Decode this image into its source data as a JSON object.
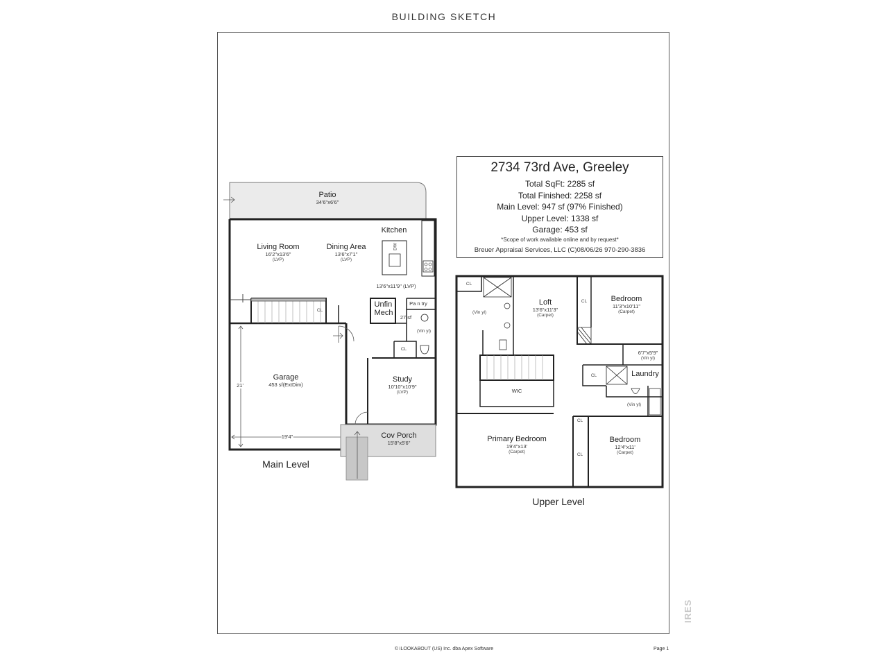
{
  "header": {
    "title": "BUILDING SKETCH"
  },
  "info": {
    "address": "2734 73rd Ave, Greeley",
    "total_sqft": "Total SqFt: 2285 sf",
    "total_finished": "Total Finished: 2258 sf",
    "main_level": "Main Level: 947 sf (97% Finished)",
    "upper_level": "Upper Level: 1338 sf",
    "garage": "Garage: 453 sf",
    "note": "*Scope of work available online and by request*",
    "credit": "Breuer Appraisal Services, LLC (C)08/06/26 970-290-3836"
  },
  "main_level": {
    "label": "Main Level",
    "patio": {
      "name": "Patio",
      "dims": "34'6\"x6'6\""
    },
    "kitchen": {
      "name": "Kitchen",
      "dims": "13'6\"x11'9\" (LVP)",
      "dw": "DW"
    },
    "living_room": {
      "name": "Living Room",
      "dims": "16'2\"x13'6\"",
      "floor": "(LVP)"
    },
    "dining_area": {
      "name": "Dining Area",
      "dims": "13'6\"x7'1\"",
      "floor": "(LVP)"
    },
    "unfin_mech": {
      "name1": "Unfin",
      "name2": "Mech",
      "area": "27 sf"
    },
    "pantry": {
      "name": "Pa n try"
    },
    "half_bath": {
      "floor": "(Vin yl)"
    },
    "closet_stairs": "CL",
    "closet_hall": "CL",
    "garage": {
      "name": "Garage",
      "area": "453 sf(ExtDim)",
      "depth": "21'",
      "width": "19'4\""
    },
    "study": {
      "name": "Study",
      "dims": "10'10\"x10'9\"",
      "floor": "(LVP)"
    },
    "cov_porch": {
      "name": "Cov Porch",
      "dims": "15'8\"x5'6\""
    }
  },
  "upper_level": {
    "label": "Upper Level",
    "loft": {
      "name": "Loft",
      "dims": "13'6\"x11'3\"",
      "floor": "(Carpet)"
    },
    "bedroom_ne": {
      "name": "Bedroom",
      "dims": "11'3\"x10'11\"",
      "floor": "(Carpet)"
    },
    "bath_ne": {
      "dims": "6'7\"x5'9\"",
      "floor": "(Vin yl)"
    },
    "laundry": {
      "name": "Laundry"
    },
    "bath_w": {
      "floor": "(Vin yl)"
    },
    "bath_e": {
      "floor": "(Vin yl)"
    },
    "wic": {
      "name": "WIC"
    },
    "primary_bedroom": {
      "name": "Primary Bedroom",
      "dims": "19'4\"x13'",
      "floor": "(Carpet)"
    },
    "bedroom_se": {
      "name": "Bedroom",
      "dims": "12'4\"x11'",
      "floor": "(Carpet)"
    },
    "closets": {
      "nw": "CL",
      "ne": "CL",
      "laundry": "CL",
      "mid": "CL",
      "se": "CL"
    }
  },
  "footer": {
    "copyright": "© iLOOKABOUT (US) Inc. dba Apex Software",
    "page": "Page 1",
    "watermark": "IRES"
  }
}
